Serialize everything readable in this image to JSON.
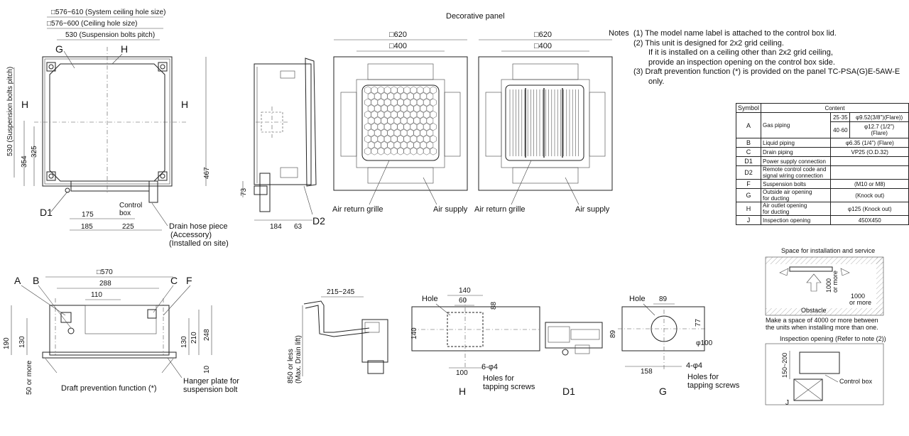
{
  "title": "Decorative panel",
  "notes": {
    "heading": "Notes",
    "items": [
      "(1) The model name label is attached to the control box lid.",
      "(2) This unit is designed for 2x2 grid ceiling.",
      "If it is installed on a ceiling other than 2x2 grid ceiling,",
      "provide an inspection opening on the control box side.",
      "(3) Draft prevention function (*) is provided on the panel TC-PSA(G)E-5AW-E",
      "only."
    ]
  },
  "spec_table": {
    "headers": [
      "Symbol",
      "Content"
    ],
    "rows": [
      {
        "symbol": "A",
        "item": "Gas piping",
        "sub": [
          [
            "25·35",
            "φ9.52(3/8\")(Flare))"
          ],
          [
            "40·60",
            "φ12.7 (1/2\")\n(Flare)"
          ]
        ]
      },
      {
        "symbol": "B",
        "item": "Liquid piping",
        "value": "φ6.35 (1/4\") (Flare)"
      },
      {
        "symbol": "C",
        "item": "Drain piping",
        "value": "VP25 (O.D.32)"
      },
      {
        "symbol": "D1",
        "item": "Power supply connection",
        "value": ""
      },
      {
        "symbol": "D2",
        "item": "Remote control code and\nsignal wiring connection",
        "value": ""
      },
      {
        "symbol": "F",
        "item": "Suspension bolts",
        "value": "(M10 or M8)"
      },
      {
        "symbol": "G",
        "item": "Outside air opening\nfor ducting",
        "value": "(Knock out)"
      },
      {
        "symbol": "H",
        "item": "Air outlet opening\nfor ducting",
        "value": "φ125 (Knock out)"
      },
      {
        "symbol": "J",
        "item": "Inspection opening",
        "value": "450X450"
      }
    ]
  },
  "top_view": {
    "dims": [
      "□576~610 (System ceiling hole size)",
      "□576~600 (Ceiling hole size)",
      "530 (Suspension bolts pitch)",
      "530 (Suspension bolts pitch)",
      "354",
      "325",
      "467",
      "175",
      "185",
      "225"
    ],
    "labels": [
      "G",
      "H",
      "H",
      "H",
      "D1",
      "Control\nbox",
      "Drain hose piece\n(Accessory)\n(Installed on site)"
    ]
  },
  "side_view": {
    "dims": [
      "73",
      "184",
      "63"
    ],
    "labels": [
      "D2"
    ]
  },
  "panels": {
    "dims_outer": "□620",
    "dims_inner": "□400",
    "label_return": "Air return grille",
    "label_supply": "Air supply"
  },
  "front_view": {
    "dims": [
      "□570",
      "288",
      "110",
      "190",
      "130",
      "130",
      "210",
      "248",
      "10",
      "50 or more"
    ],
    "labels": [
      "A",
      "B",
      "C",
      "F",
      "Draft prevention function (*)",
      "Hanger plate for\nsuspension bolt"
    ]
  },
  "drain_view": {
    "dims": [
      "215~245",
      "850 or less\n(Max. Drain lift)"
    ]
  },
  "detail_H": {
    "labels": [
      "Hole",
      "6-φ4",
      "Holes for\ntapping screws",
      "H"
    ],
    "dims": [
      "140",
      "60",
      "88",
      "140",
      "100"
    ]
  },
  "detail_D1": {
    "labels": [
      "D1"
    ]
  },
  "detail_G": {
    "labels": [
      "Hole",
      "4-φ4",
      "Holes for\ntapping screws",
      "G"
    ],
    "dims": [
      "89",
      "77",
      "89",
      "φ100",
      "158"
    ]
  },
  "service_space": {
    "title": "Space for installation and service",
    "dims": [
      "1000\nor more",
      "1000\nor more"
    ],
    "obstacle": "Obstacle",
    "caption": "Make a space of 4000 or more between\nthe units when installing more than one."
  },
  "inspection": {
    "title": "Inspection opening (Refer to note (2))",
    "dim": "150~200",
    "control_box": "Control box",
    "j": "J"
  }
}
